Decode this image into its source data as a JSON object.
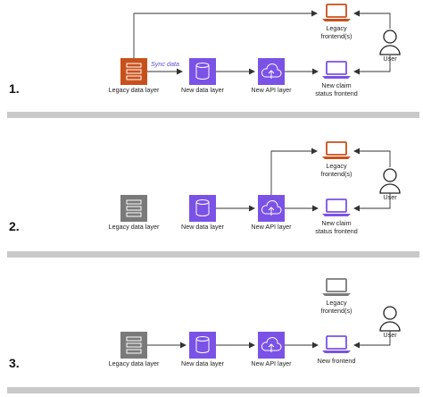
{
  "colors": {
    "legacy_active": "#c8511b",
    "legacy_inactive": "#7a7a7a",
    "modern": "#7b52e6",
    "line": "#333333",
    "divider": "#c9c9c9",
    "sync_text": "#5a4fcf"
  },
  "icons": {
    "legacy_data_layer": "server-stack-icon",
    "new_data_layer": "database-cylinder-icon",
    "new_api_layer": "cloud-upload-icon",
    "frontend": "laptop-icon",
    "user": "person-icon"
  },
  "stage1": {
    "number": "1.",
    "legacy_data_layer": "Legacy data layer",
    "sync_label": "Sync data",
    "new_data_layer": "New data layer",
    "new_api_layer": "New API layer",
    "legacy_frontend_line1": "Legacy",
    "legacy_frontend_line2": "frontend(s)",
    "new_frontend_line1": "New claim",
    "new_frontend_line2": "status frontend",
    "user": "User"
  },
  "stage2": {
    "number": "2.",
    "legacy_data_layer": "Legacy data layer",
    "new_data_layer": "New data layer",
    "new_api_layer": "New API layer",
    "legacy_frontend_line1": "Legacy",
    "legacy_frontend_line2": "frontend(s)",
    "new_frontend_line1": "New claim",
    "new_frontend_line2": "status frontend",
    "user": "User"
  },
  "stage3": {
    "number": "3.",
    "legacy_data_layer": "Legacy data layer",
    "new_data_layer": "New data layer",
    "new_api_layer": "New API layer",
    "legacy_frontend_line1": "Legacy",
    "legacy_frontend_line2": "frontend(s)",
    "new_frontend": "New frontend",
    "user": "User"
  }
}
